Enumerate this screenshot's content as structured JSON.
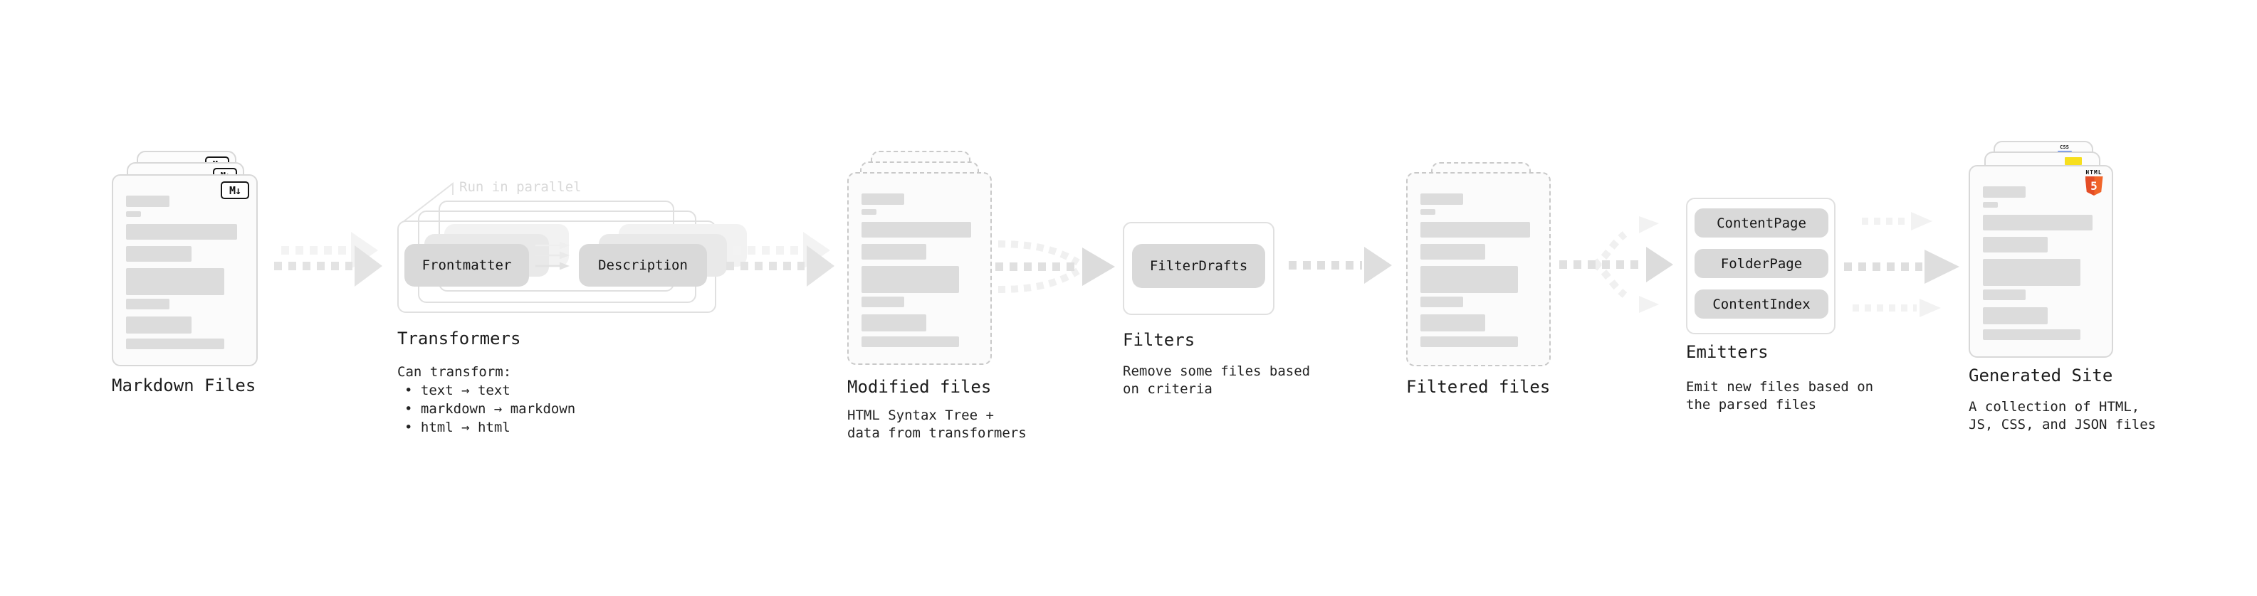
{
  "stages": {
    "markdown_files": {
      "label": "Markdown Files"
    },
    "transformers": {
      "label": "Transformers",
      "annotation": "Run in parallel",
      "input_pill": "Frontmatter",
      "output_pill": "Description",
      "heading": "Can transform:",
      "bullets": [
        "• text → text",
        "• markdown → markdown",
        "• html → html"
      ]
    },
    "modified_files": {
      "label": "Modified files",
      "description": "HTML Syntax Tree +\ndata from transformers"
    },
    "filters": {
      "label": "Filters",
      "pill": "FilterDrafts",
      "description": "Remove some files based\non criteria"
    },
    "filtered_files": {
      "label": "Filtered files"
    },
    "emitters": {
      "label": "Emitters",
      "pills": [
        "ContentPage",
        "FolderPage",
        "ContentIndex"
      ],
      "description": "Emit new files based on\nthe parsed files"
    },
    "generated_site": {
      "label": "Generated Site",
      "description": "A collection of HTML,\nJS, CSS, and JSON files"
    }
  },
  "icons": {
    "markdown_badge": "M↓",
    "html5_wordmark": "HTML",
    "html5_numeral": "5",
    "css_badge": "CSS"
  },
  "colors": {
    "html5_orange": "#f16529",
    "html5_orange_dark": "#e44d26",
    "js_yellow": "#f7df1e",
    "css_blue": "#2965f1"
  }
}
